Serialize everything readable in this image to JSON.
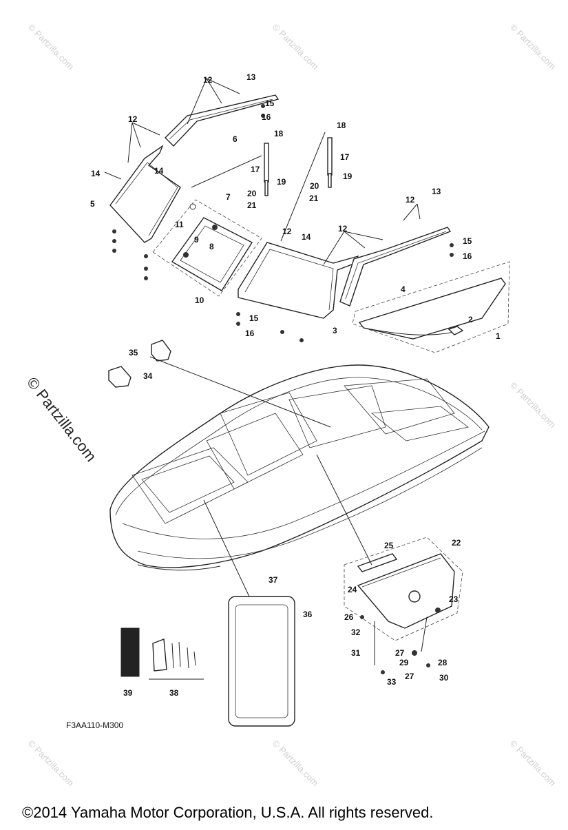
{
  "diagram": {
    "part_numbers": [
      "1",
      "2",
      "3",
      "4",
      "5",
      "6",
      "7",
      "8",
      "9",
      "10",
      "11",
      "12",
      "13",
      "14",
      "15",
      "16",
      "17",
      "18",
      "19",
      "20",
      "21",
      "22",
      "23",
      "24",
      "25",
      "26",
      "27",
      "28",
      "29",
      "30",
      "31",
      "32",
      "33",
      "34",
      "35",
      "36",
      "37",
      "38",
      "39"
    ],
    "drawing_code": "F3AA110-M300",
    "copyright": "©2014  Yamaha Motor Corporation, U.S.A. All rights reserved.",
    "watermark": "© Partzilla.com",
    "watermark_small": "© Partzilla.com"
  }
}
